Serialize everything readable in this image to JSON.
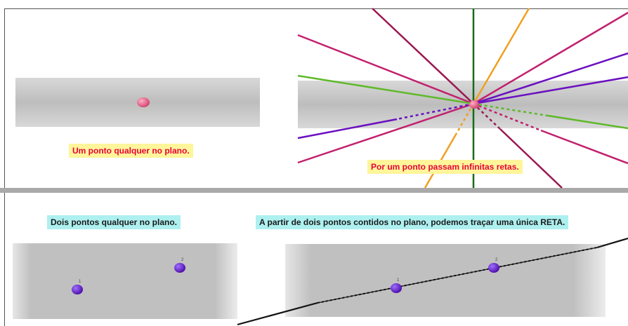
{
  "captions": {
    "single_point": "Um ponto qualquer no plano.",
    "infinite_lines": "Por um ponto passam infinitas retas.",
    "two_points": "Dois pontos qualquer no plano.",
    "unique_line": "A partir de dois pontos contidos no plano, podemos traçar uma única RETA."
  },
  "point_labels": {
    "p1": "1",
    "p2": "2",
    "q1": "1",
    "q2": "2"
  },
  "colors": {
    "plane": "#bdbdbd",
    "point_single": "#e0557a",
    "point_pair": "#6a1fd0",
    "line_crimson": "#a0185a",
    "line_magenta": "#c2206e",
    "line_orange": "#f0a020",
    "line_green_dark": "#1a6a1a",
    "line_green": "#5fb92a",
    "line_purple": "#6a10c0",
    "line_black": "#111111"
  }
}
